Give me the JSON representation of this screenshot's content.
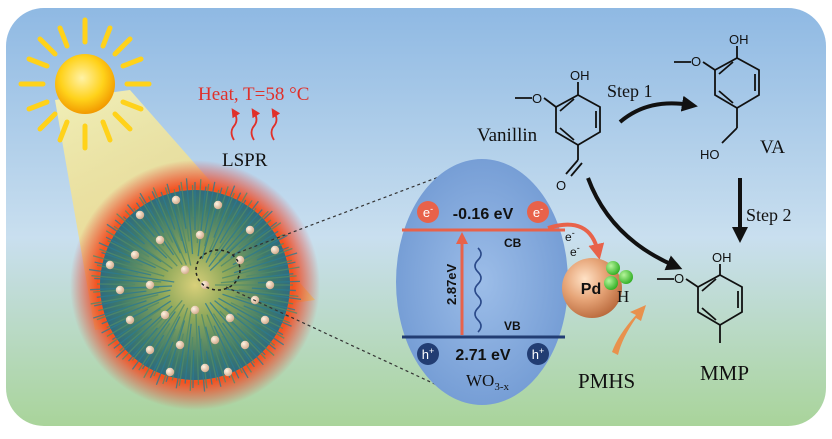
{
  "heat_label": "Heat, T=58 °C",
  "lspr_label": "LSPR",
  "band": {
    "cb_energy": "-0.16 eV",
    "vb_energy": "2.71 eV",
    "bandgap": "2.87eV",
    "cb_label": "CB",
    "vb_label": "VB",
    "material_base": "WO",
    "material_sub": "3-x",
    "electron": "e",
    "electron_sup": "-",
    "hole": "h",
    "hole_sup": "+"
  },
  "pd_label": "Pd",
  "h_label": "H",
  "pmhs_label": "PMHS",
  "molecules": {
    "vanillin": "Vanillin",
    "va": "VA",
    "mmp": "MMP",
    "oh": "OH",
    "ho": "HO",
    "o": "O"
  },
  "steps": {
    "step1": "Step 1",
    "step2": "Step 2"
  },
  "colors": {
    "heat_red": "#e0302a",
    "electron_red": "#e8624a",
    "hole_navy": "#223d73",
    "band_fill": "#7ba2d8",
    "pd_orange": "#d88a56",
    "hydrogen_green": "#4bc43a",
    "arrow_orange": "#e8914d"
  }
}
